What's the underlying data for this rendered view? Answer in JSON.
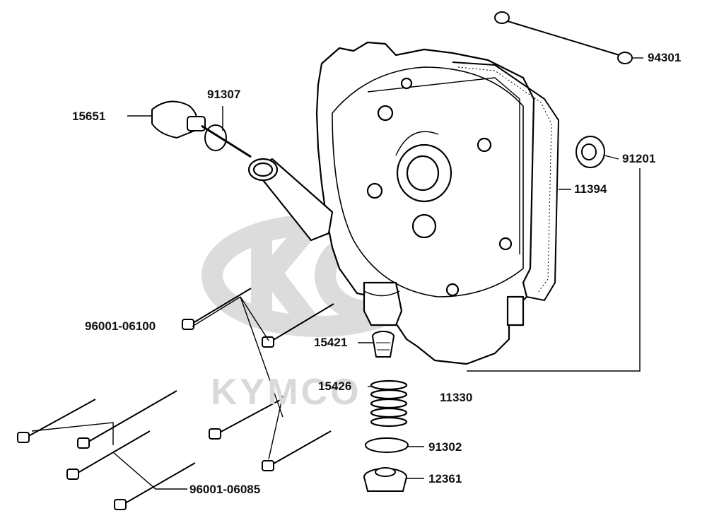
{
  "watermark": {
    "brand_text": "KYMCO"
  },
  "part_labels": {
    "p94301": "94301",
    "p91307": "91307",
    "p15651": "15651",
    "p91201": "91201",
    "p11394": "11394",
    "p96001_06100": "96001-06100",
    "p15421": "15421",
    "p15426": "15426",
    "p11330": "11330",
    "p91302": "91302",
    "p12361": "12361",
    "p96001_06085": "96001-06085"
  }
}
